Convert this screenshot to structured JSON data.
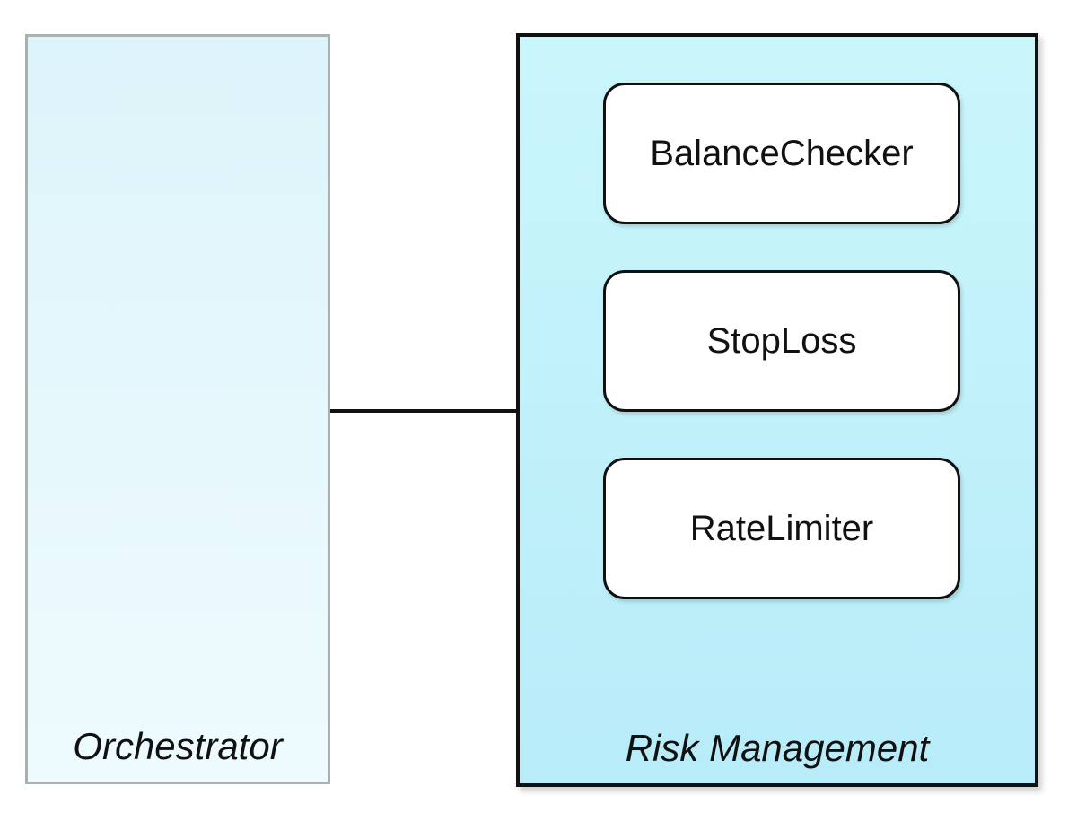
{
  "orchestrator": {
    "label": "Orchestrator"
  },
  "risk_management": {
    "label": "Risk Management",
    "components": [
      {
        "label": "BalanceChecker"
      },
      {
        "label": "StopLoss"
      },
      {
        "label": "RateLimiter"
      }
    ]
  },
  "colors": {
    "orchestrator_fill": "#e6f8fc",
    "orchestrator_border": "#a9b1b1",
    "risk_fill": "#c0f1fa",
    "risk_border": "#111111",
    "component_fill": "#ffffff",
    "connector": "#111111"
  }
}
